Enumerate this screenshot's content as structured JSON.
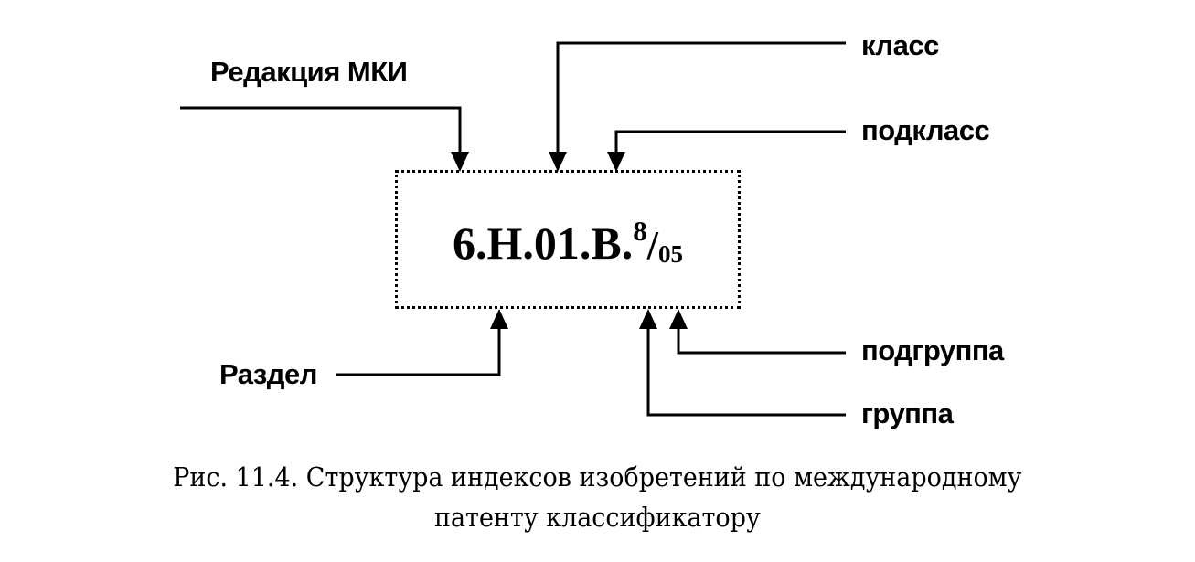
{
  "labels": {
    "edition": "Редакция МКИ",
    "class": "класс",
    "subclass": "подкласс",
    "section": "Раздел",
    "subgroup": "подгруппа",
    "group": "группа"
  },
  "index_code": {
    "main": "6.H.01.B.",
    "numerator": "8",
    "slash": "/",
    "denominator": "05"
  },
  "caption": {
    "line1": "Рис. 11.4. Структура индексов изобретений по международному",
    "line2": "патенту классификатору"
  }
}
